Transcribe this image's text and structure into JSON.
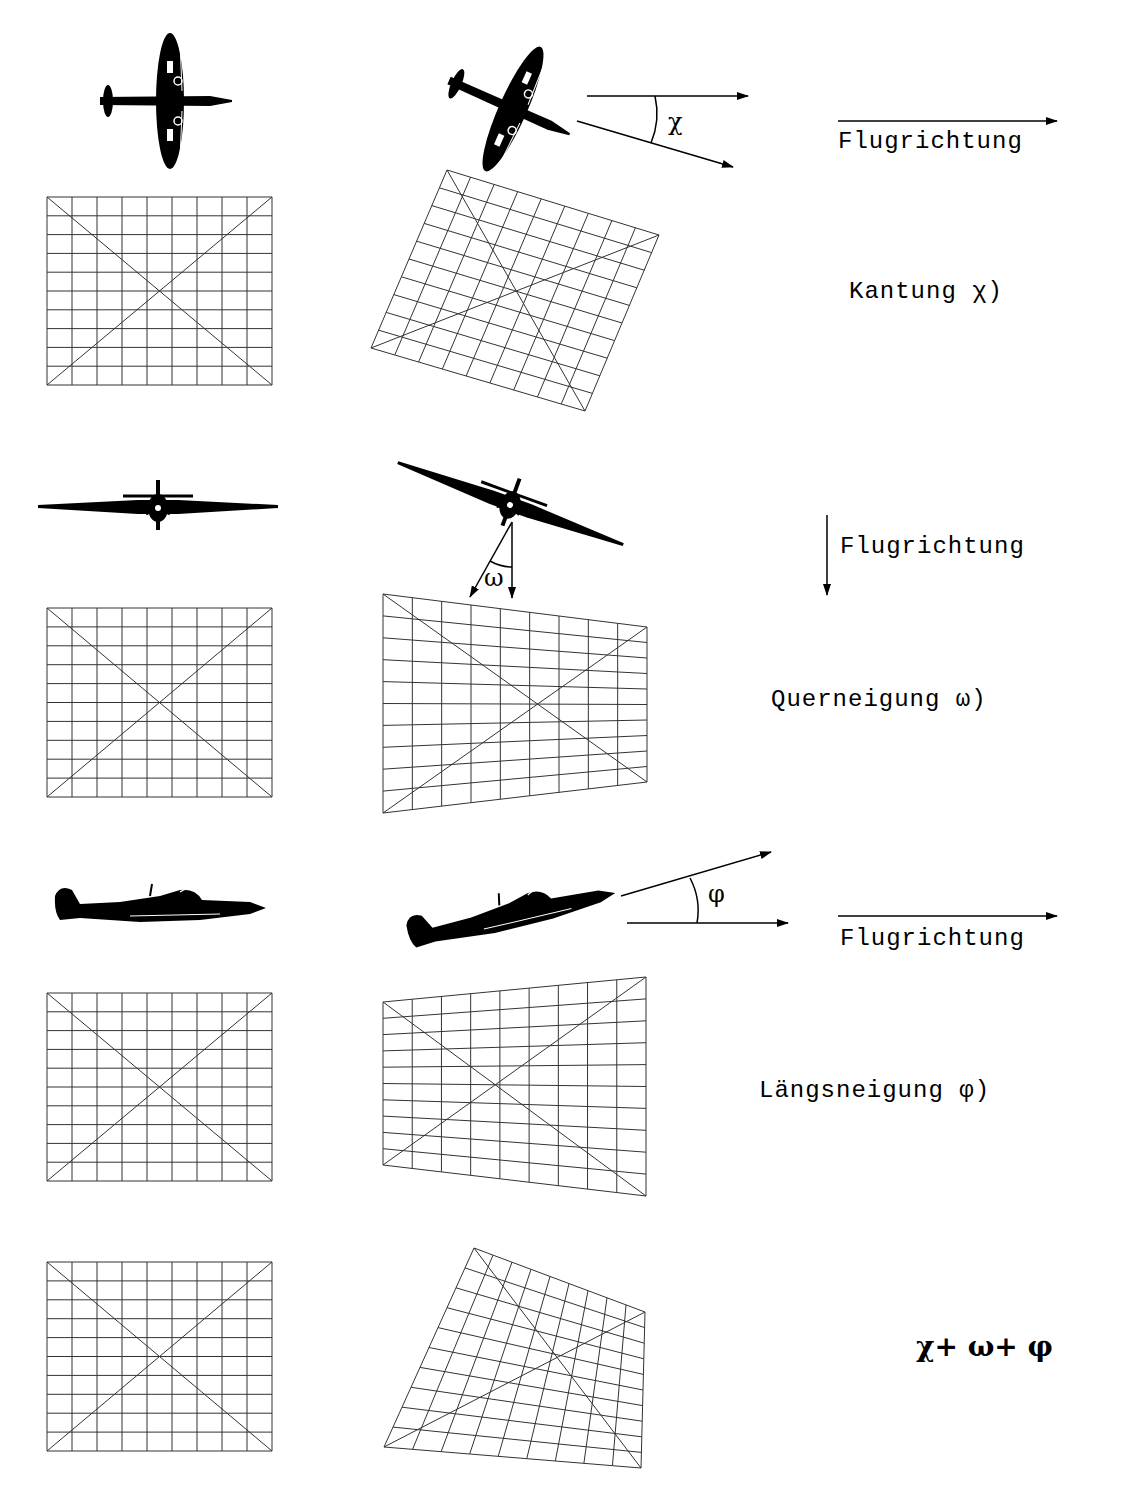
{
  "diagram": {
    "labels": [
      "Flugrichtung",
      "χ",
      "Kantung χ)",
      "Flugrichtung",
      "ω",
      "Querneigung ω)",
      "φ",
      "Flugrichtung",
      "Längsneigung φ)",
      "χ+ ω+ φ"
    ]
  }
}
